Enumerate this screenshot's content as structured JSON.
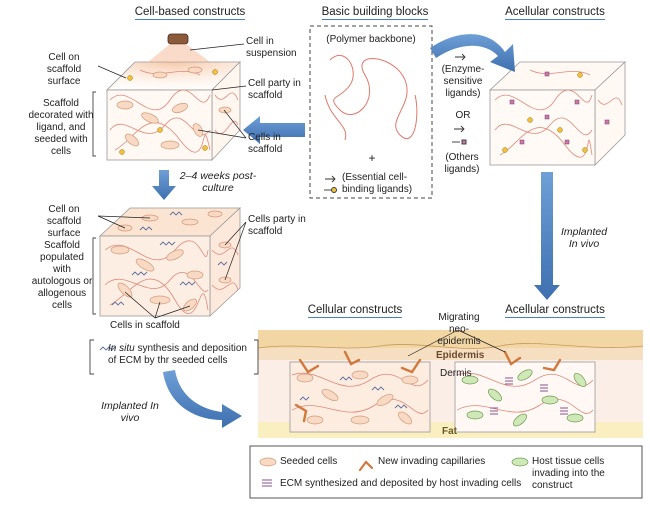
{
  "headers": {
    "cell_based": "Cell-based constructs",
    "basic_blocks": "Basic building blocks",
    "acellular_top": "Acellular constructs",
    "cellular_bottom": "Cellular constructs",
    "acellular_bottom": "Acellular constructs"
  },
  "cell_based_labels": {
    "cell_in_suspension": "Cell in suspension",
    "cell_on_scaffold_surface": "Cell on scaffold surface",
    "cell_party_in_scaffold": "Cell party in scaffold",
    "scaffold_decorated": "Scaffold decorated with ligand, and seeded with cells",
    "cells_in_scaffold": "Cells in scaffold"
  },
  "culture_label": "2–4 weeks post-culture",
  "post_culture_labels": {
    "cell_on_scaffold_surface": "Cell on scaffold surface",
    "cells_party_in_scaffold": "Cells party in scaffold",
    "scaffold_populated": "Scaffold populated with autologous or allogenous cells",
    "cells_in_scaffold": "Cells in scaffold"
  },
  "building_blocks": {
    "polymer_backbone": "(Polymer backbone)",
    "plus": "+",
    "essential_ligands": "(Essential cell-binding ligands)"
  },
  "acellular_labels": {
    "enzyme_ligands": "(Enzyme-sensitive ligands)",
    "or": "OR",
    "others_ligands": "(Others ligands)"
  },
  "implanted_right": "Implanted In vivo",
  "implanted_left": "Implanted In vivo",
  "ecm_note": {
    "italic": "In situ",
    "rest": " synthesis and deposition of ECM by thr seeded cells"
  },
  "skin_labels": {
    "migrating": "Migrating neo-epidermis",
    "epidermis": "Epidermis",
    "dermis": "Dermis",
    "fat": "Fat"
  },
  "legend": {
    "seeded_cells": "Seeded cells",
    "new_capillaries": "New invading capillaries",
    "host_cells": "Host tissue cells invading into the construct",
    "ecm_host": "ECM synthesized and deposited by host invading cells"
  },
  "colors": {
    "accent_blue": "#4a7fc0",
    "cell_fill": "#f7d9c4",
    "capillary": "#d2783c",
    "host_cell": "#b9dca0",
    "ecm": "#8a4f8a",
    "fiber": "#e08a7a"
  }
}
